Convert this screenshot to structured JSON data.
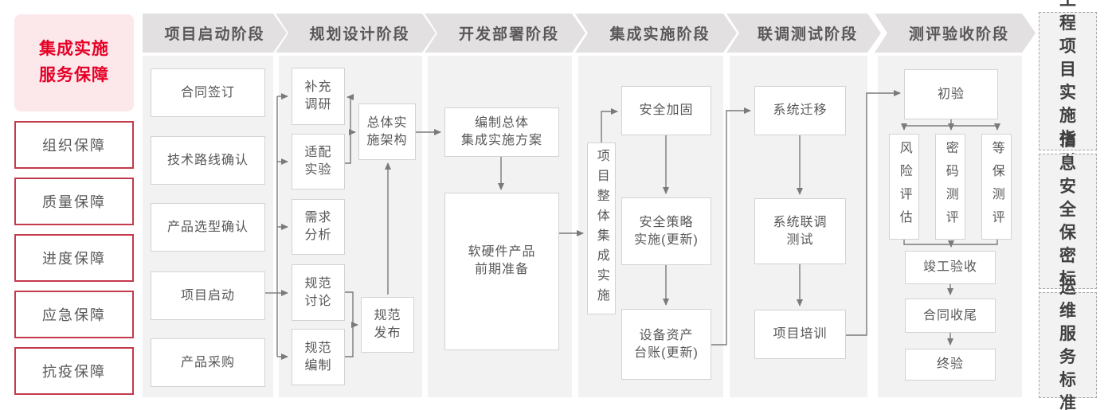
{
  "brand": {
    "title": "集成实施\n服务保障"
  },
  "guarantees": {
    "items": [
      "组织保障",
      "质量保障",
      "进度保障",
      "应急保障",
      "抗疫保障"
    ]
  },
  "phases": [
    {
      "label": "项目启动阶段",
      "steps": [
        "合同签订",
        "技术路线确认",
        "产品选型确认",
        "项目启动",
        "产品采购"
      ]
    },
    {
      "label": "规划设计阶段",
      "steps": [
        "补充\n调研",
        "适配\n实验",
        "需求\n分析",
        "规范\n讨论",
        "规范\n编制",
        "总体实\n施架构",
        "规范\n发布"
      ]
    },
    {
      "label": "开发部署阶段",
      "steps": [
        "编制总体\n集成实施方案",
        "软硬件产品\n前期准备"
      ]
    },
    {
      "label": "集成实施阶段",
      "steps": [
        "项目整体集成实施",
        "安全加固",
        "安全策略\n实施(更新)",
        "设备资产\n台账(更新)"
      ]
    },
    {
      "label": "联调测试阶段",
      "steps": [
        "系统迁移",
        "系统联调\n测试",
        "项目培训"
      ]
    },
    {
      "label": "测评验收阶段",
      "steps": [
        "初验",
        "风险评估",
        "密码测评",
        "等保测评",
        "竣工验收",
        "合同收尾",
        "终验"
      ]
    }
  ],
  "standards": {
    "items": [
      "工程\n项目\n实施\n指引",
      "信息\n安全\n保密\n标准",
      "运维\n服务\n标准"
    ]
  },
  "colors": {
    "accent_red": "#e60027",
    "red_border": "#c23a4c",
    "pink_bg": "#fce8eb",
    "gray_text": "#595757",
    "dark_text": "#404040",
    "header_bg": "#e2e0e0",
    "panel_bg": "#f3f2f2",
    "box_border": "#d4d2d2",
    "line": "#7a7a7a"
  }
}
